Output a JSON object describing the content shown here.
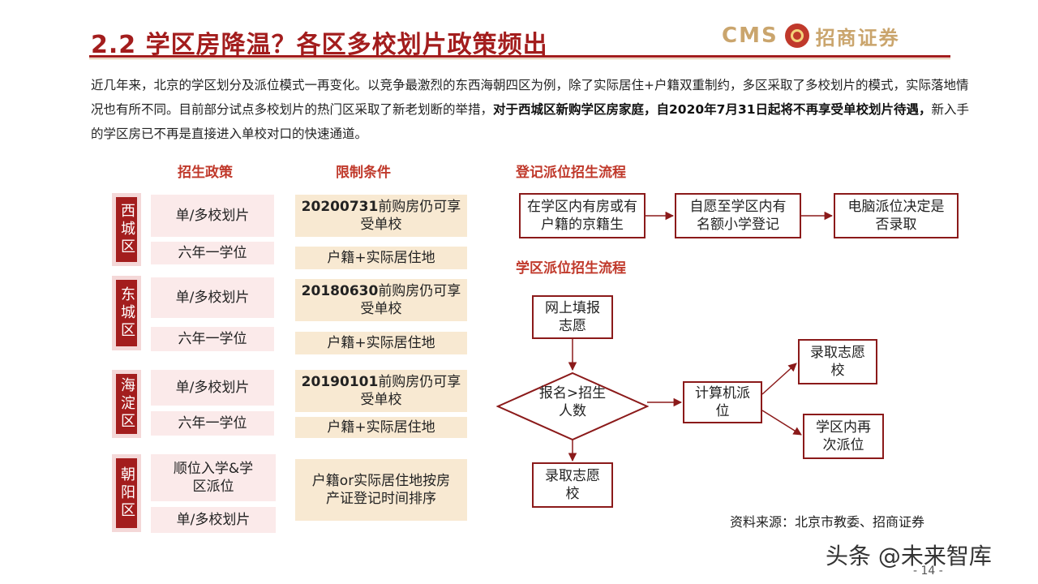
{
  "title": "2.2 学区房降温？各区多校划片政策频出",
  "logo": {
    "latin": "CMS",
    "chinese": "招商证券"
  },
  "intro": {
    "part1": "近几年来，北京的学区划分及派位模式一再变化。以竞争最激烈的东西海朝四区为例，除了实际居住+户籍双重制约，多区采取了多校划片的模式，实际落地情况也有所不同。目前部分试点多校划片的热门区采取了新老划断的举措，",
    "bold": "对于西城区新购学区房家庭，自2020年7月31日起将不再享受单校划片待遇，",
    "part2": "新入手的学区房已不再是直接进入单校对口的快速通道。"
  },
  "table": {
    "col_policy": "招生政策",
    "col_limit": "限制条件",
    "districts": [
      {
        "name": "西城区",
        "policy1": "单/多校划片",
        "policy2": "六年一学位",
        "limit1_num": "20200731",
        "limit1_rest": "前购房仍可享受单校",
        "limit2": "户籍+实际居住地"
      },
      {
        "name": "东城区",
        "policy1": "单/多校划片",
        "policy2": "六年一学位",
        "limit1_num": "20180630",
        "limit1_rest": "前购房仍可享受单校",
        "limit2": "户籍+实际居住地"
      },
      {
        "name": "海淀区",
        "policy1": "单/多校划片",
        "policy2": "六年一学位",
        "limit1_num": "20190101",
        "limit1_rest": "前购房仍可享受单校",
        "limit2": "户籍+实际居住地"
      },
      {
        "name": "朝阳区",
        "policy1": "顺位入学&学区派位",
        "policy2": "单/多校划片",
        "limit1": "户籍or实际居住地按房产证登记时间排序"
      }
    ]
  },
  "flow1": {
    "heading": "登记派位招生流程",
    "steps": [
      "在学区内有房或有户籍的京籍生",
      "自愿至学区内有名额小学登记",
      "电脑派位决定是否录取"
    ]
  },
  "flow2": {
    "heading": "学区派位招生流程",
    "step1": "网上填报志愿",
    "decision": "报名>招生人数",
    "compute": "计算机派位",
    "out_top": "录取志愿校",
    "out_bottom": "学区内再次派位",
    "out_left": "录取志愿校"
  },
  "source": "资料来源：北京市教委、招商证券",
  "watermark": "头条 @未来智库",
  "page_number": "- 14 -",
  "colors": {
    "accent": "#a31d1d",
    "policy_bg": "#fbeaea",
    "limit_bg": "#f8e9d2",
    "gold": "#caa56d"
  }
}
